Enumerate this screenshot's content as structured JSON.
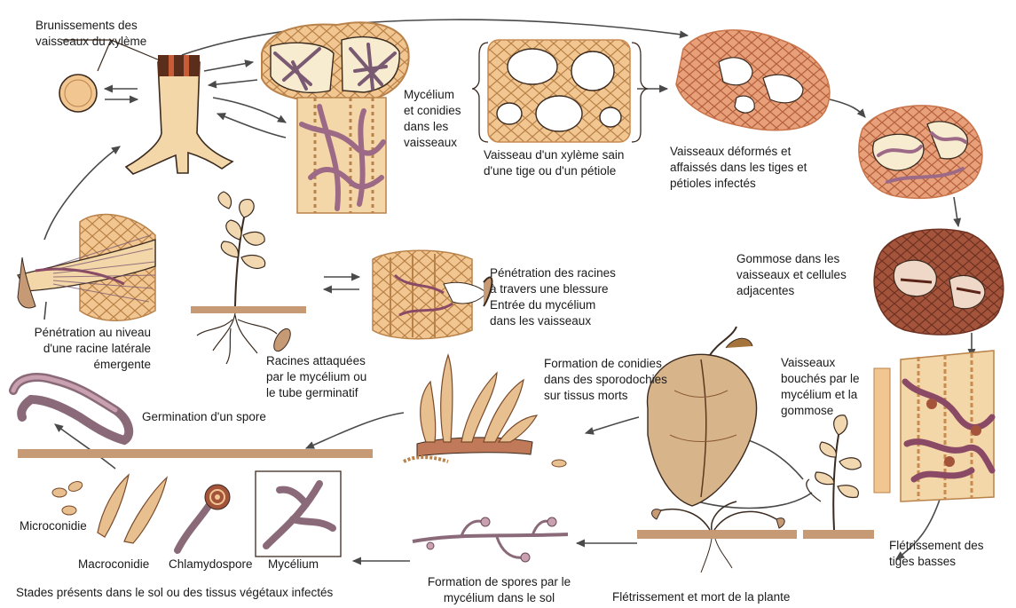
{
  "labels": {
    "brunissements": [
      "Brunissements des",
      "vaisseaux du xylème"
    ],
    "mycelium_vaisseaux": [
      "Mycélium",
      "et conidies",
      "dans les",
      "vaisseaux"
    ],
    "xyleme_sain": [
      "Vaisseau d'un xylème sain",
      "d'une tige ou d'un pétiole"
    ],
    "vaisseaux_deformes": [
      "Vaisseaux déformés et",
      "affaissés dans les tiges et",
      "pétioles infectés"
    ],
    "gommose": [
      "Gommose dans les",
      "vaisseaux et cellules",
      "adjacentes"
    ],
    "penetration_racines": [
      "Pénétration des racines",
      "à travers une blessure",
      "Entrée du mycélium",
      "dans les vaisseaux"
    ],
    "penetration_laterale": [
      "Pénétration au niveau",
      "d'une racine latérale",
      "émergente"
    ],
    "racines_attaquees": [
      "Racines attaquées",
      "par le mycélium ou",
      "le tube germinatif"
    ],
    "formation_conidies": [
      "Formation de conidies",
      "dans des sporodochies",
      "sur tissus morts"
    ],
    "vaisseaux_bouches": [
      "Vaisseaux",
      "bouchés par le",
      "mycélium et la",
      "gommose"
    ],
    "germination": [
      "Germination d'un spore"
    ],
    "microconidie": [
      "Microconidie"
    ],
    "macroconidie": [
      "Macroconidie"
    ],
    "chlamydospore": [
      "Chlamydospore"
    ],
    "mycelium": [
      "Mycélium"
    ],
    "stades_sol": [
      "Stades présents dans le sol ou des tissus végétaux infectés"
    ],
    "formation_spores": [
      "Formation de spores par le",
      "mycélium dans le sol"
    ],
    "fletrissement_mort": [
      "Flétrissement et mort de la plante"
    ],
    "fletrissement_tiges": [
      "Flétrissement des",
      "tiges basses"
    ]
  },
  "colors": {
    "cell_fill": "#f2c690",
    "cell_stroke": "#b9824a",
    "infected_fill": "#e8a07a",
    "gum_fill": "#a5543c",
    "hypha": "#9c6a86",
    "soil": "#c79a76",
    "ink": "#3a2a1f",
    "leaf": "#d8b48a"
  }
}
